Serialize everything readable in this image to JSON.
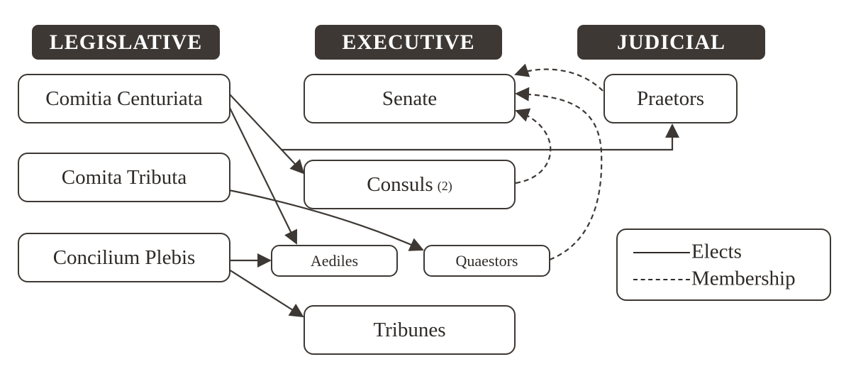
{
  "headers": {
    "legislative": "LEGISLATIVE",
    "executive": "EXECUTIVE",
    "judicial": "JUDICIAL"
  },
  "nodes": {
    "comitia_centuriata": "Comitia Centuriata",
    "comita_tributa": "Comita Tributa",
    "concilium_plebis": "Concilium Plebis",
    "senate": "Senate",
    "consuls": "Consuls",
    "consuls_count": "(2)",
    "praetors": "Praetors",
    "aediles": "Aediles",
    "quaestors": "Quaestors",
    "tribunes": "Tribunes"
  },
  "edges": [
    {
      "from": "Comitia Centuriata",
      "to": "Consuls",
      "type": "elects"
    },
    {
      "from": "Comitia Centuriata",
      "to": "Praetors",
      "type": "elects"
    },
    {
      "from": "Comitia Centuriata",
      "to": "Aediles",
      "type": "elects"
    },
    {
      "from": "Comita Tributa",
      "to": "Quaestors",
      "type": "elects"
    },
    {
      "from": "Concilium Plebis",
      "to": "Aediles",
      "type": "elects"
    },
    {
      "from": "Concilium Plebis",
      "to": "Tribunes",
      "type": "elects"
    },
    {
      "from": "Praetors",
      "to": "Senate",
      "type": "membership"
    },
    {
      "from": "Consuls",
      "to": "Senate",
      "type": "membership"
    },
    {
      "from": "Quaestors",
      "to": "Senate",
      "type": "membership"
    }
  ],
  "legend": {
    "elects": "Elects",
    "membership": "Membership"
  },
  "colors": {
    "header_bg": "#3d3834",
    "header_text": "#ffffff",
    "stroke": "#3d3834"
  }
}
